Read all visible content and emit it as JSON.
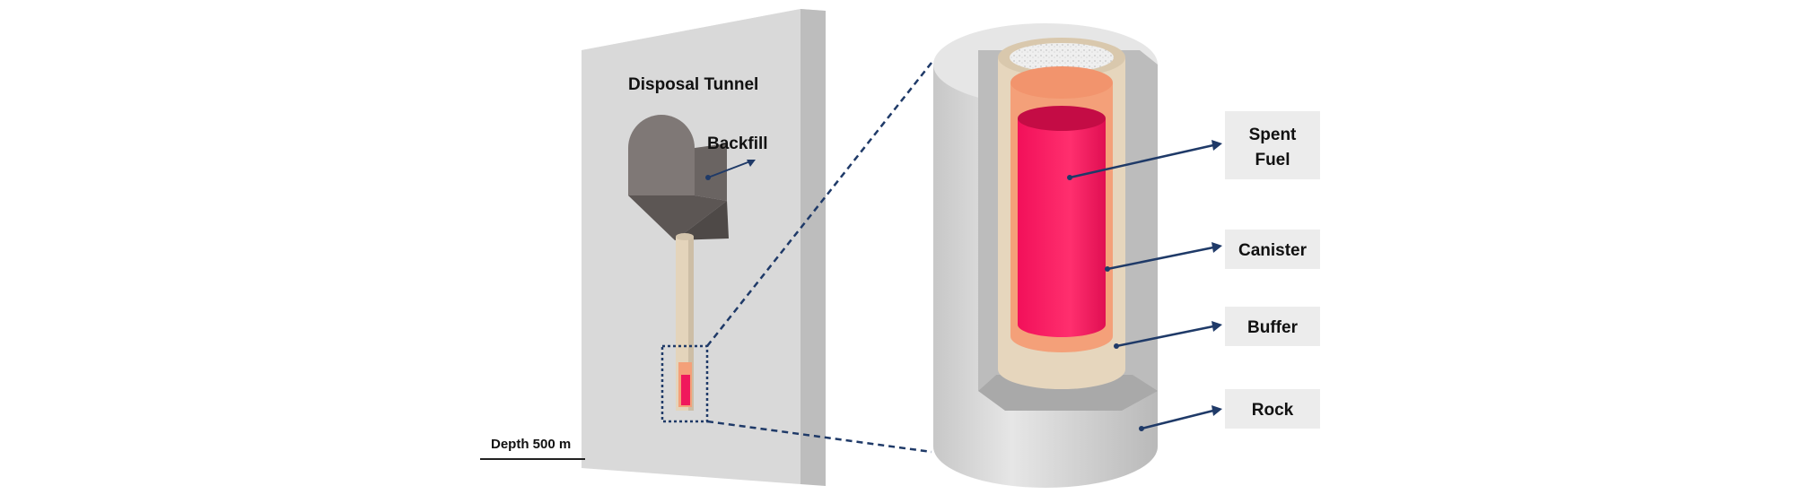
{
  "labels": {
    "disposal_tunnel": "Disposal Tunnel",
    "backfill": "Backfill",
    "depth": "Depth 500 m",
    "spent_fuel_line1": "Spent",
    "spent_fuel_line2": "Fuel",
    "canister": "Canister",
    "buffer": "Buffer",
    "rock": "Rock"
  },
  "colors": {
    "rock": "#d6d6d6",
    "backfill": "#7d7674",
    "buffer": "#e6d6bd",
    "canister": "#f4a079",
    "spent_fuel": "#f0185c",
    "leader": "#1f3a68",
    "label_box": "#ececec"
  }
}
